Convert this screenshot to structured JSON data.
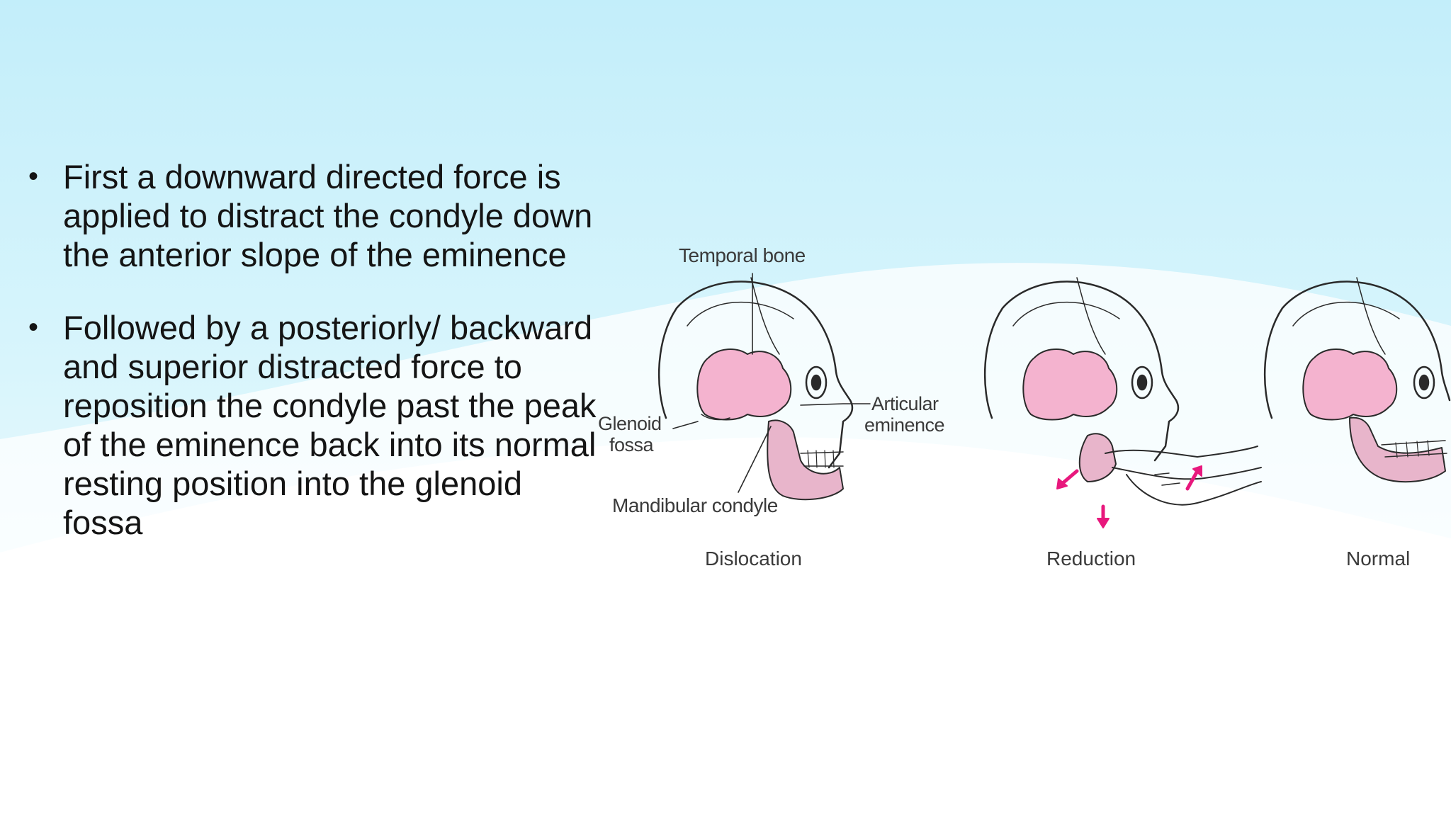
{
  "slide": {
    "bullets": [
      "First a downward directed force is applied to distract the condyle down the anterior slope of the eminence",
      "Followed by a posteriorly/ backward and superior distracted force to reposition the condyle past the peak of the eminence back into its normal resting position into the glenoid fossa"
    ],
    "bullet_glyph": "•"
  },
  "figure": {
    "labels": {
      "temporal_bone": "Temporal bone",
      "glenoid_fossa_line1": "Glenoid",
      "glenoid_fossa_line2": "fossa",
      "articular_eminence_line1": "Articular",
      "articular_eminence_line2": "eminence",
      "mandibular_condyle": "Mandibular condyle"
    },
    "captions": {
      "dislocation": "Dislocation",
      "reduction": "Reduction",
      "normal": "Normal"
    },
    "colors": {
      "bone_pink": "#f4b3cf",
      "jaw_pink": "#e8b5cb",
      "arrow_magenta": "#e8187d",
      "outline": "#2a2a2a"
    }
  },
  "theme": {
    "bg_top": "#c7f0fb",
    "bg_bottom": "#ffffff"
  }
}
